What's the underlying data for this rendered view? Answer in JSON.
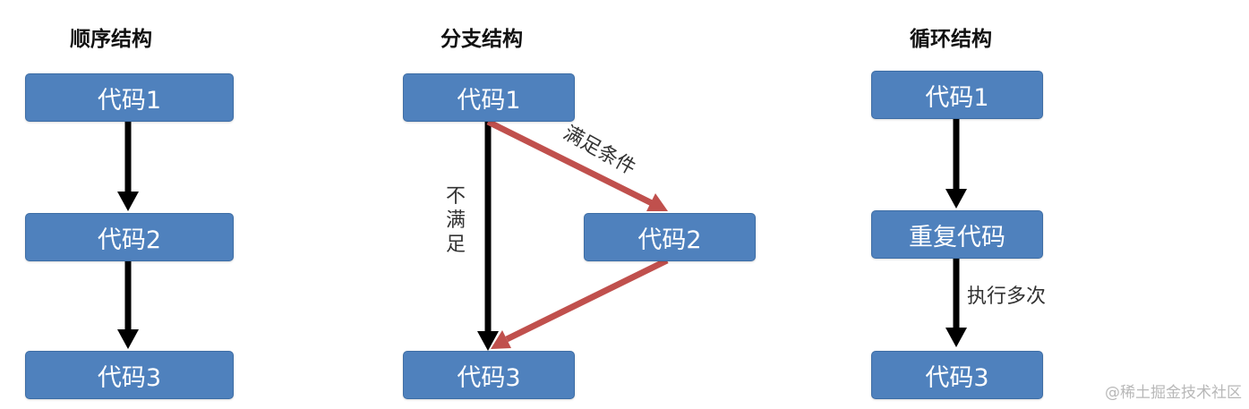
{
  "colors": {
    "box_fill": "#4f81bd",
    "box_border": "#3d6da5",
    "arrow_black": "#000000",
    "arrow_red": "#c0504d",
    "watermark": "#b8b8b8"
  },
  "sequence": {
    "title": "顺序结构",
    "nodes": [
      "代码1",
      "代码2",
      "代码3"
    ]
  },
  "branch": {
    "title": "分支结构",
    "nodes": [
      "代码1",
      "代码2",
      "代码3"
    ],
    "label_yes": "满足条件",
    "label_no": "不满足"
  },
  "loop": {
    "title": "循环结构",
    "nodes": [
      "代码1",
      "重复代码",
      "代码3"
    ],
    "label_repeat": "执行多次"
  },
  "watermark": "@稀土掘金技术社区"
}
